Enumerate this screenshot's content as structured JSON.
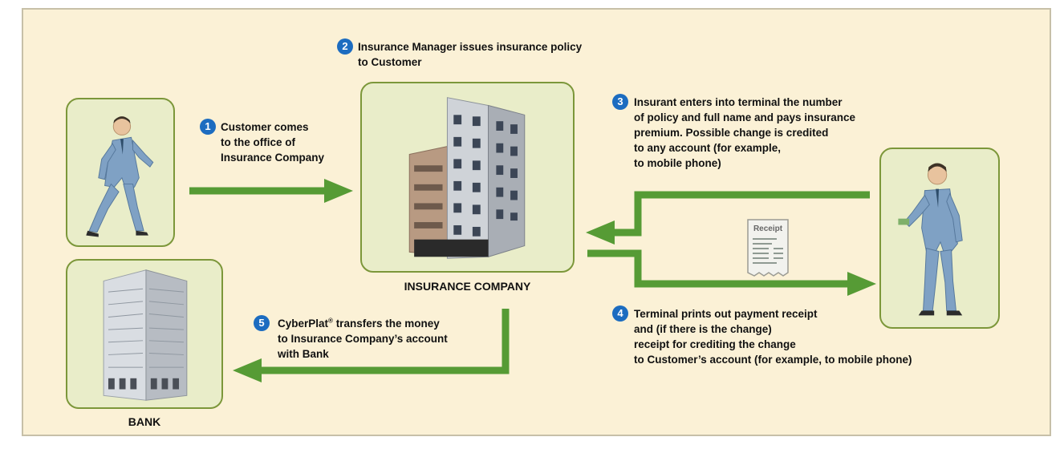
{
  "steps": [
    {
      "number": "1",
      "text": "Customer comes\nto the office of\nInsurance Company"
    },
    {
      "number": "2",
      "text": "Insurance Manager issues insurance policy\nto Customer"
    },
    {
      "number": "3",
      "text": "Insurant enters into terminal the number\nof policy and full name and pays insurance\npremium. Possible change is credited\nto any account (for example,\nto mobile phone)"
    },
    {
      "number": "4",
      "text": "Terminal prints out payment receipt\nand (if there is the change)\nreceipt for crediting the change\nto Customer’s account (for example, to mobile phone)"
    },
    {
      "number": "5",
      "text_before": "CyberPlat",
      "registered_mark": "®",
      "text_after": " transfers the money\nto Insurance Company’s account\nwith Bank"
    }
  ],
  "labels": {
    "insurance_company": "INSURANCE COMPANY",
    "bank": "BANK",
    "receipt": "Receipt"
  },
  "colors": {
    "arrow": "#569b35",
    "badge": "#1c6cc0",
    "box_border": "#7c973a",
    "background": "#fbf1d6"
  }
}
